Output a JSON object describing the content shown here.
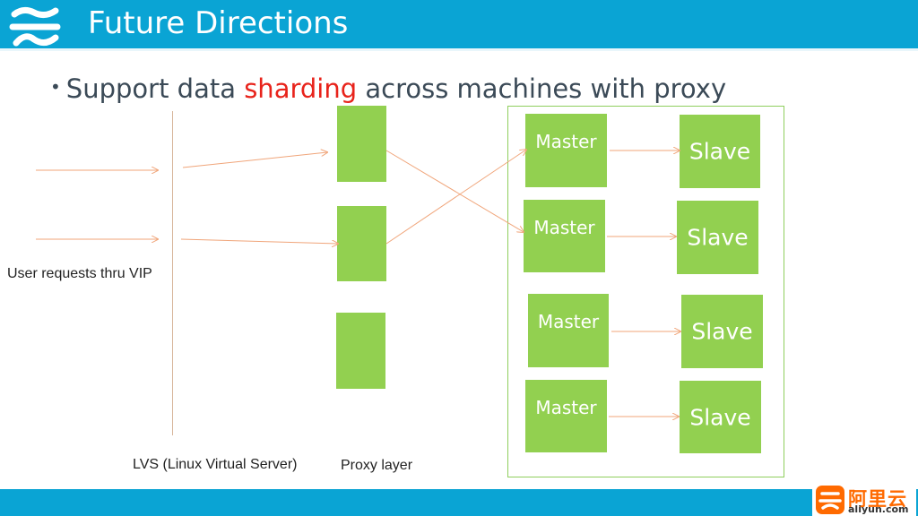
{
  "header": {
    "title": "Future Directions"
  },
  "content": {
    "bullet_prefix": "Support data ",
    "bullet_highlight": "sharding",
    "bullet_suffix": " across machines with proxy"
  },
  "diagram": {
    "user_label": "User requests thru VIP",
    "lvs_label": "LVS (Linux Virtual Server)",
    "proxy_label": "Proxy layer",
    "master_label": "Master",
    "slave_label": "Slave"
  },
  "footer": {
    "brand_cn": "阿里云",
    "brand_en": "aliyun.com"
  },
  "colors": {
    "header_bg": "#0aa4d4",
    "box_green": "#92d050",
    "highlight": "#e8231b",
    "arrow": "#f0a57a"
  }
}
